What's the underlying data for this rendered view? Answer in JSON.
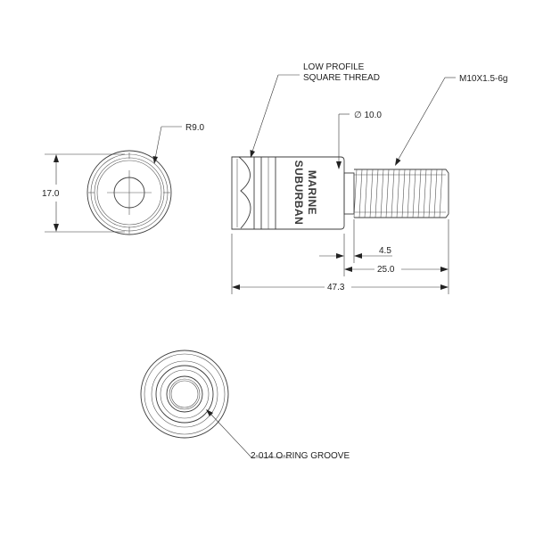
{
  "drawing": {
    "brand_line1": "SUBURBAN",
    "brand_line2": "MARINE"
  },
  "end_view": {
    "radius_label": "R9.0",
    "height_label": "17.0"
  },
  "side_view": {
    "thread_note_line1": "LOW PROFILE",
    "thread_note_line2": "SQUARE THREAD",
    "thread_spec": "M10X1.5-6g",
    "diameter_label": "∅ 10.0",
    "dim_small": "4.5",
    "dim_stud": "25.0",
    "dim_overall": "47.3"
  },
  "bottom_view": {
    "oring_label": "2-014 O-RING GROOVE"
  }
}
